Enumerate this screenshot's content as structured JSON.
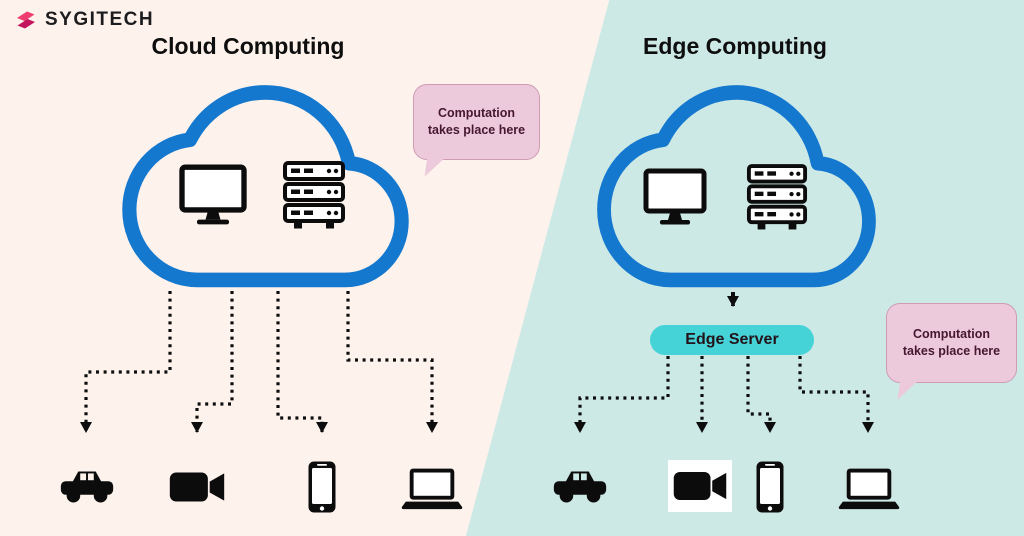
{
  "logo": {
    "brand": "SYGITECH"
  },
  "left_panel": {
    "title": "Cloud Computing",
    "bubble_text": "Computation takes place here",
    "cloud_contains": [
      "monitor",
      "server-rack"
    ],
    "devices": [
      "car",
      "video-camera",
      "smartphone",
      "laptop"
    ]
  },
  "right_panel": {
    "title": "Edge Computing",
    "edge_server_label": "Edge Server",
    "bubble_text": "Computation takes place here",
    "cloud_contains": [
      "monitor",
      "server-rack"
    ],
    "devices": [
      "car",
      "video-camera",
      "smartphone",
      "laptop"
    ]
  },
  "colors": {
    "left_bg": "#fdf2ec",
    "right_bg": "#cde9e6",
    "cloud_stroke": "#1478cf",
    "bubble_bg": "#eccadb",
    "bubble_text": "#46172e",
    "edge_server_bg": "#46d3d8",
    "arrow": "#0d0d0d",
    "logo_pink": "#ee3d6e",
    "logo_magenta": "#c2155e"
  }
}
